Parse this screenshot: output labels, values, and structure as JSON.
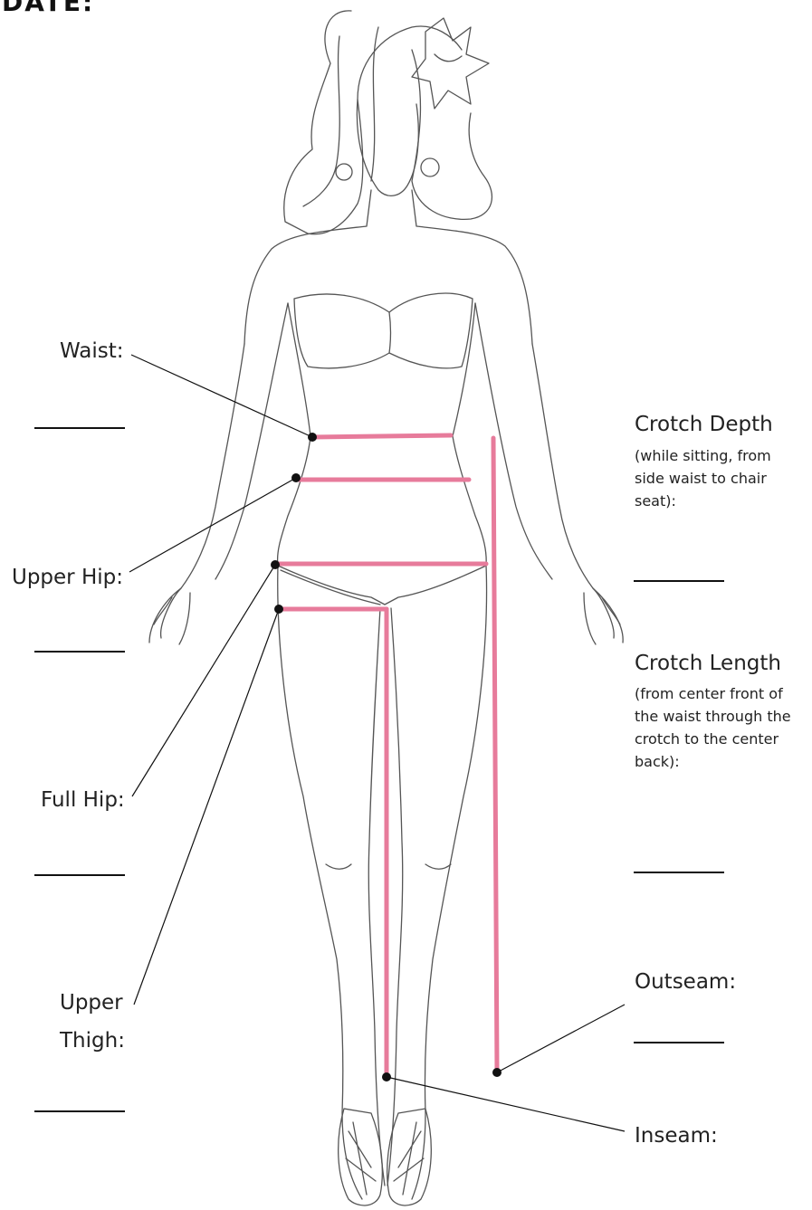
{
  "title": "DATE:",
  "labels": {
    "waist": "Waist:",
    "upper_hip": "Upper Hip:",
    "full_hip": "Full Hip:",
    "upper_thigh_1": "Upper",
    "upper_thigh_2": "Thigh:",
    "crotch_depth": "Crotch Depth",
    "crotch_depth_note": "(while sitting, from side waist to chair seat):",
    "crotch_length": "Crotch Length",
    "crotch_length_note": "(from center front of the waist through the crotch to the center back):",
    "outseam": "Outseam:",
    "inseam": "Inseam:"
  },
  "colors": {
    "measure_line": "#e77b9b",
    "outline": "#555555",
    "leader": "#111111"
  }
}
